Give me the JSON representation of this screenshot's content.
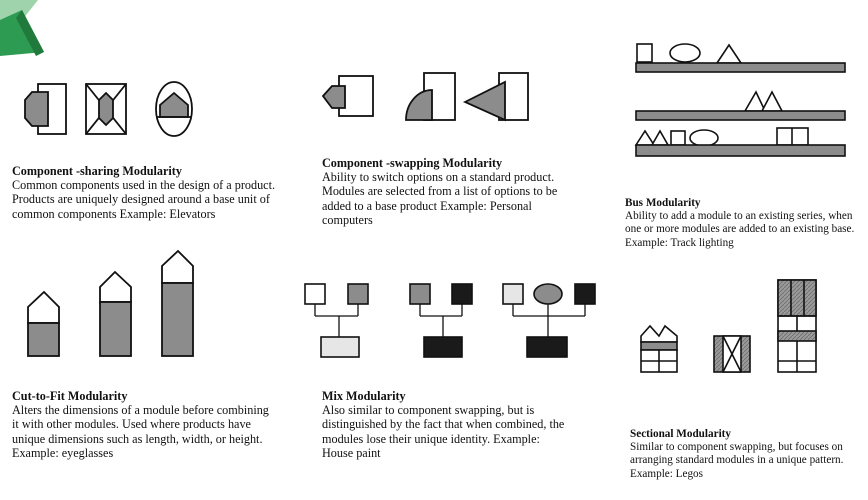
{
  "colors": {
    "fill_gray": "#8c8c8c",
    "fill_light": "#e6e6e6",
    "fill_dark": "#1a1a1a",
    "stroke": "#111111",
    "corner_green": "#2e9b52",
    "corner_green_light": "#9fd3ac"
  },
  "panels": {
    "component_sharing": {
      "title": "Component -sharing Modularity",
      "description": "Common components used in the design of a product.  Products are uniquely designed around a base unit of common components Example: Elevators"
    },
    "component_swapping": {
      "title": "Component -swapping Modularity",
      "description": "Ability to switch options on a standard product.  Modules are selected from a list of options to be added to a base product Example: Personal computers"
    },
    "bus": {
      "title": "Bus Modularity",
      "description": "Ability to add a module to an existing series, when one or more modules are added to an existing base.  Example: Track lighting"
    },
    "cut_to_fit": {
      "title": "Cut-to-Fit Modularity",
      "description": "Alters the dimensions of a module before combining it with other modules. Used where products have unique dimensions such as length, width, or height. Example: eyeglasses"
    },
    "mix": {
      "title": "Mix Modularity",
      "description": "Also similar to component swapping, but is distinguished by the fact that when combined, the modules lose their unique identity.  Example: House paint"
    },
    "sectional": {
      "title": "Sectional Modularity",
      "description": "Similar to component swapping, but focuses on arranging standard modules in a unique pattern. Example: Legos"
    }
  }
}
